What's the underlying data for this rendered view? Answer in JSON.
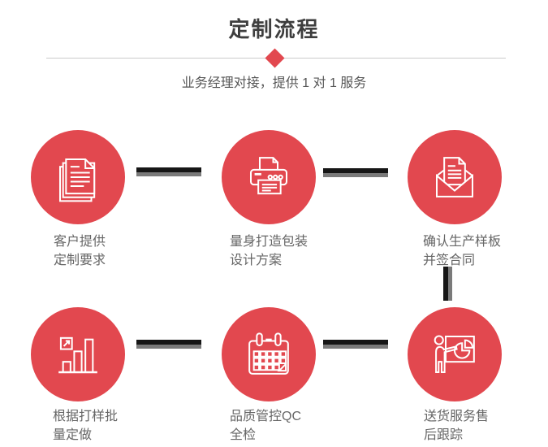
{
  "page": {
    "title": "定制流程",
    "subtitle": "业务经理对接，提供 1 对 1 服务"
  },
  "steps": [
    {
      "icon": "documents-icon",
      "line1": "客户提供",
      "line2": "定制要求"
    },
    {
      "icon": "printer-icon",
      "line1": "量身打造包装",
      "line2": "设计方案"
    },
    {
      "icon": "envelope-icon",
      "line1": "确认生产样板",
      "line2": "并签合同"
    },
    {
      "icon": "bar-chart-icon",
      "line1": "根据打样批",
      "line2": "量定做"
    },
    {
      "icon": "calendar-icon",
      "line1": "品质管控QC",
      "line2": "全检"
    },
    {
      "icon": "presentation-icon",
      "line1": "送货服务售",
      "line2": "后跟踪"
    }
  ],
  "colors": {
    "accent_red": "#e2484f",
    "connector_dark": "#161616",
    "connector_gray": "#7a7a7a",
    "divider_gray": "#cccccc",
    "title_text": "#3e3e3e",
    "body_text": "#666666"
  }
}
